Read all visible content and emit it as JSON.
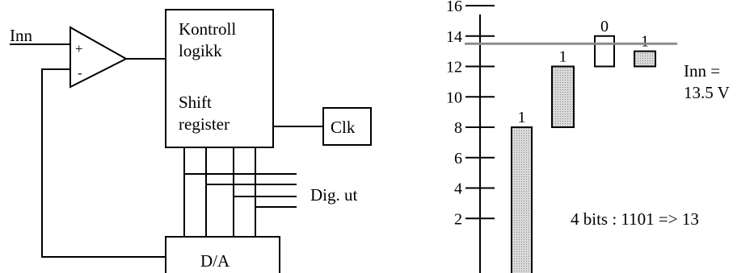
{
  "circuit": {
    "input_label": "Inn",
    "plus_sign": "+",
    "minus_sign": "-",
    "control_line1": "Kontroll",
    "control_line2": "logikk",
    "shift_line1": "Shift",
    "shift_line2": "register",
    "clock_label": "Clk",
    "digital_out_label": "Dig. ut",
    "dac_label": "D/A"
  },
  "chart_data": {
    "type": "bar",
    "title": "",
    "xlabel": "",
    "ylabel": "",
    "y_ticks": [
      "16",
      "14",
      "12",
      "10",
      "8",
      "6",
      "4",
      "2"
    ],
    "ylim": [
      0,
      16
    ],
    "bars": [
      {
        "bit_label": "1",
        "bottom": 0,
        "top": 8,
        "filled": true
      },
      {
        "bit_label": "1",
        "bottom": 8,
        "top": 12,
        "filled": true
      },
      {
        "bit_label": "0",
        "bottom": 12,
        "top": 14,
        "filled": false
      },
      {
        "bit_label": "1",
        "bottom": 12,
        "top": 13,
        "filled": true
      }
    ],
    "reference_line": {
      "value": 13.5,
      "label_line1": "Inn =",
      "label_line2": "13.5 V"
    },
    "annotation": "4 bits : 1101 => 13",
    "colors": {
      "bar_fill": "#c8c8c8",
      "reference_line": "#8c8c8c"
    }
  }
}
